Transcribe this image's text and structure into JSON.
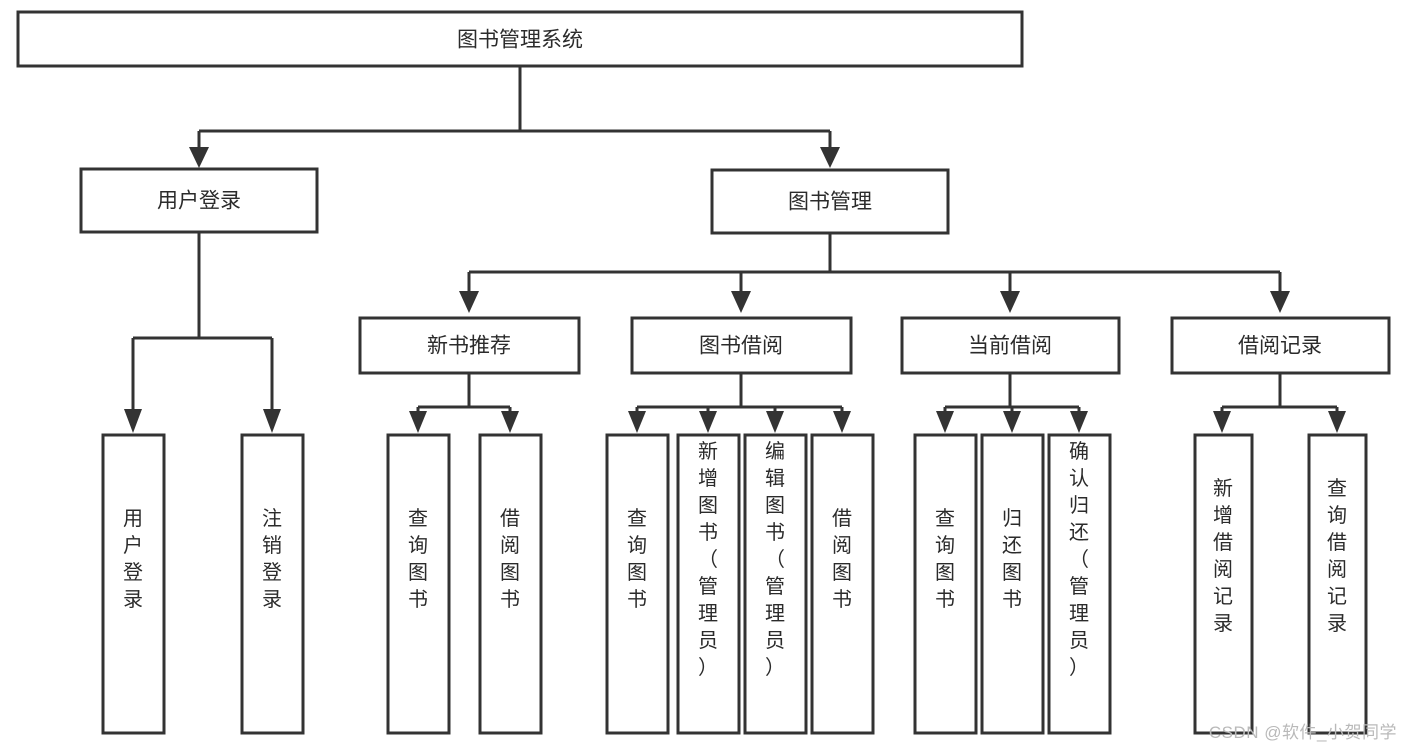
{
  "diagram": {
    "title": "图书管理系统",
    "type": "tree-hierarchy",
    "orientation": "top-down",
    "watermark": "CSDN @软件_小贺同学",
    "colors": {
      "stroke": "#333333",
      "fill": "#ffffff",
      "text": "#2b2b2b",
      "watermark": "#b9b9b9"
    },
    "levels": [
      {
        "level": 1,
        "nodes": [
          {
            "id": "root",
            "label": "图书管理系统",
            "orientation": "horizontal"
          }
        ]
      },
      {
        "level": 2,
        "nodes": [
          {
            "id": "user-login",
            "label": "用户登录",
            "parent": "root",
            "orientation": "horizontal"
          },
          {
            "id": "book-manage",
            "label": "图书管理",
            "parent": "root",
            "orientation": "horizontal"
          }
        ]
      },
      {
        "level": 3,
        "nodes": [
          {
            "id": "new-book-rec",
            "label": "新书推荐",
            "parent": "book-manage",
            "orientation": "horizontal"
          },
          {
            "id": "book-borrow",
            "label": "图书借阅",
            "parent": "book-manage",
            "orientation": "horizontal"
          },
          {
            "id": "current-borrow",
            "label": "当前借阅",
            "parent": "book-manage",
            "orientation": "horizontal"
          },
          {
            "id": "borrow-record",
            "label": "借阅记录",
            "parent": "book-manage",
            "orientation": "horizontal"
          }
        ]
      },
      {
        "level": 4,
        "nodes": [
          {
            "id": "leaf-user-login",
            "label": "用户登录",
            "parent": "user-login",
            "orientation": "vertical"
          },
          {
            "id": "leaf-user-logout",
            "label": "注销登录",
            "parent": "user-login",
            "orientation": "vertical"
          },
          {
            "id": "leaf-rec-query",
            "label": "查询图书",
            "parent": "new-book-rec",
            "orientation": "vertical"
          },
          {
            "id": "leaf-rec-borrow",
            "label": "借阅图书",
            "parent": "new-book-rec",
            "orientation": "vertical"
          },
          {
            "id": "leaf-borrow-query",
            "label": "查询图书",
            "parent": "book-borrow",
            "orientation": "vertical"
          },
          {
            "id": "leaf-borrow-add",
            "label": "新增图书（管理员）",
            "parent": "book-borrow",
            "orientation": "vertical"
          },
          {
            "id": "leaf-borrow-edit",
            "label": "编辑图书（管理员）",
            "parent": "book-borrow",
            "orientation": "vertical"
          },
          {
            "id": "leaf-borrow-lend",
            "label": "借阅图书",
            "parent": "book-borrow",
            "orientation": "vertical"
          },
          {
            "id": "leaf-cur-query",
            "label": "查询图书",
            "parent": "current-borrow",
            "orientation": "vertical"
          },
          {
            "id": "leaf-cur-return",
            "label": "归还图书",
            "parent": "current-borrow",
            "orientation": "vertical"
          },
          {
            "id": "leaf-cur-confirm",
            "label": "确认归还（管理员）",
            "parent": "current-borrow",
            "orientation": "vertical"
          },
          {
            "id": "leaf-rec-add",
            "label": "新增借阅记录",
            "parent": "borrow-record",
            "orientation": "vertical"
          },
          {
            "id": "leaf-rec-search",
            "label": "查询借阅记录",
            "parent": "borrow-record",
            "orientation": "vertical"
          }
        ]
      }
    ]
  }
}
